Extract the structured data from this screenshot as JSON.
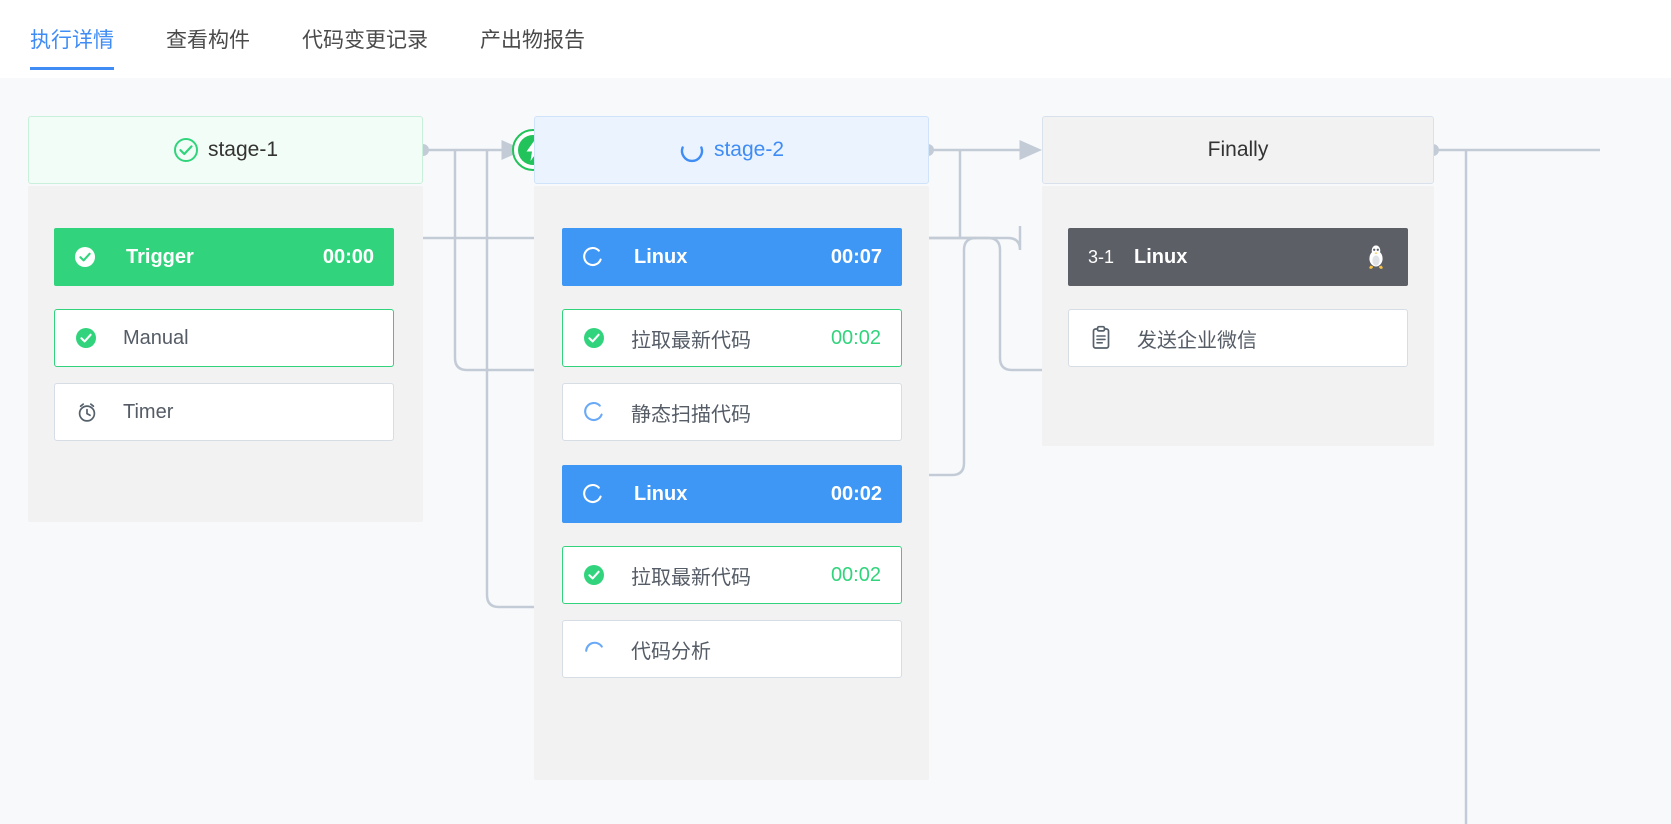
{
  "tabs": [
    {
      "label": "执行详情",
      "active": true
    },
    {
      "label": "查看构件",
      "active": false
    },
    {
      "label": "代码变更记录",
      "active": false
    },
    {
      "label": "产出物报告",
      "active": false
    }
  ],
  "colors": {
    "accent_blue": "#3f8cf5",
    "success_green": "#31d47c",
    "running_blue": "#3f97f5",
    "pending_dark": "#5c5f66",
    "page_bg": "#f8f9fb",
    "panel_bg": "#f2f2f3",
    "connector": "#c3ccd6"
  },
  "pipeline": {
    "stages": [
      {
        "id": "stage-1",
        "title": "stage-1",
        "status_icon": "check-circle-outline-icon",
        "status": "success",
        "jobs": [
          {
            "name": "Trigger",
            "time": "00:00",
            "status": "success",
            "status_icon": "check-circle-filled-icon",
            "index": "",
            "tasks": [
              {
                "name": "Manual",
                "time": "",
                "status": "success",
                "icon": "check-circle-filled-icon"
              },
              {
                "name": "Timer",
                "time": "",
                "status": "idle",
                "icon": "alarm-clock-icon"
              }
            ]
          }
        ]
      },
      {
        "id": "stage-2",
        "title": "stage-2",
        "status_icon": "spinner-icon",
        "status": "running",
        "jobs": [
          {
            "name": "Linux",
            "time": "00:07",
            "status": "running",
            "status_icon": "spinner-icon",
            "index": "",
            "tasks": [
              {
                "name": "拉取最新代码",
                "time": "00:02",
                "status": "success",
                "icon": "check-circle-filled-icon"
              },
              {
                "name": "静态扫描代码",
                "time": "",
                "status": "running",
                "icon": "spinner-icon"
              }
            ]
          },
          {
            "name": "Linux",
            "time": "00:02",
            "status": "running",
            "status_icon": "spinner-icon",
            "index": "",
            "tasks": [
              {
                "name": "拉取最新代码",
                "time": "00:02",
                "status": "success",
                "icon": "check-circle-filled-icon"
              },
              {
                "name": "代码分析",
                "time": "",
                "status": "running",
                "icon": "spinner-icon"
              }
            ]
          }
        ]
      },
      {
        "id": "finally",
        "title": "Finally",
        "status_icon": "",
        "status": "pending",
        "jobs": [
          {
            "name": "Linux",
            "time": "",
            "status": "pending",
            "status_icon": "linux-penguin-icon",
            "index": "3-1",
            "tasks": [
              {
                "name": "发送企业微信",
                "time": "",
                "status": "idle",
                "icon": "clipboard-icon"
              }
            ]
          }
        ]
      }
    ],
    "trigger_node_icon": "lightning-bolt-icon"
  }
}
